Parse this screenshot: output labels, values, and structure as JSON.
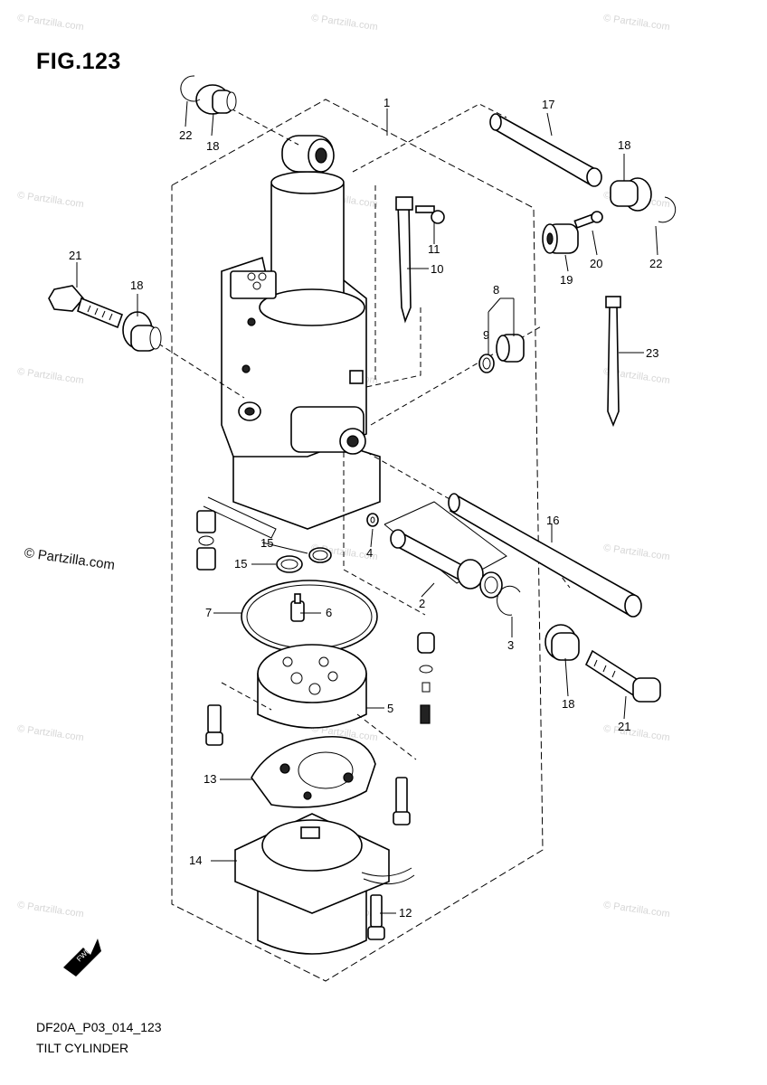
{
  "figure": {
    "title": "FIG.123",
    "code": "DF20A_P03_014_123",
    "name": "TILT CYLINDER",
    "copyright": "© Partzilla.com",
    "watermark": "© Partzilla.com",
    "fwd_label": "FWD"
  },
  "callouts": [
    {
      "id": "c1",
      "label": "1"
    },
    {
      "id": "c2",
      "label": "2"
    },
    {
      "id": "c3",
      "label": "3"
    },
    {
      "id": "c4",
      "label": "4"
    },
    {
      "id": "c5",
      "label": "5"
    },
    {
      "id": "c6",
      "label": "6"
    },
    {
      "id": "c7",
      "label": "7"
    },
    {
      "id": "c8",
      "label": "8"
    },
    {
      "id": "c9",
      "label": "9"
    },
    {
      "id": "c10",
      "label": "10"
    },
    {
      "id": "c11",
      "label": "11"
    },
    {
      "id": "c12",
      "label": "12"
    },
    {
      "id": "c13",
      "label": "13"
    },
    {
      "id": "c14",
      "label": "14"
    },
    {
      "id": "c15a",
      "label": "15"
    },
    {
      "id": "c15b",
      "label": "15"
    },
    {
      "id": "c16",
      "label": "16"
    },
    {
      "id": "c17",
      "label": "17"
    },
    {
      "id": "c18a",
      "label": "18"
    },
    {
      "id": "c18b",
      "label": "18"
    },
    {
      "id": "c18c",
      "label": "18"
    },
    {
      "id": "c18d",
      "label": "18"
    },
    {
      "id": "c19",
      "label": "19"
    },
    {
      "id": "c20",
      "label": "20"
    },
    {
      "id": "c21a",
      "label": "21"
    },
    {
      "id": "c21b",
      "label": "21"
    },
    {
      "id": "c22a",
      "label": "22"
    },
    {
      "id": "c22b",
      "label": "22"
    },
    {
      "id": "c23",
      "label": "23"
    }
  ]
}
